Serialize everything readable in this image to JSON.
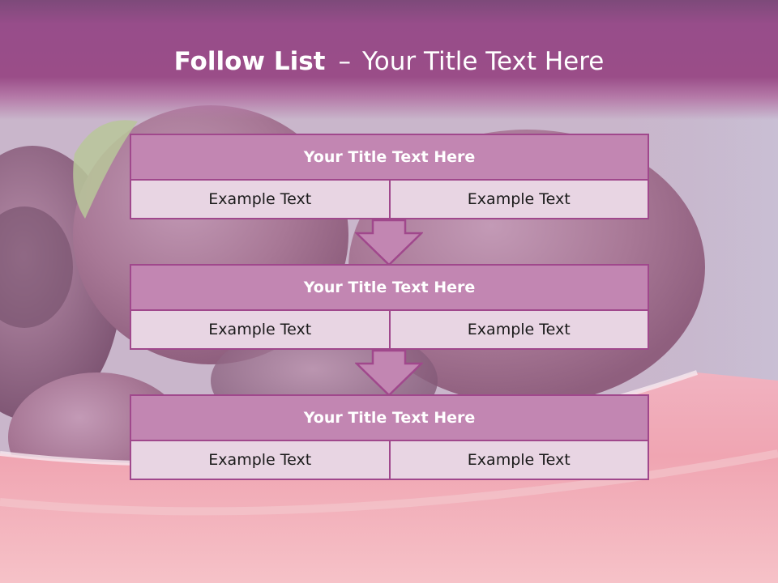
{
  "slide": {
    "title_bold": "Follow List",
    "title_separator": "–",
    "title_rest": "Your Title Text Here"
  },
  "blocks": [
    {
      "title": "Your Title Text Here",
      "cells": [
        "Example Text",
        "Example Text"
      ]
    },
    {
      "title": "Your Title Text Here",
      "cells": [
        "Example Text",
        "Example Text"
      ]
    },
    {
      "title": "Your Title Text Here",
      "cells": [
        "Example Text",
        "Example Text"
      ]
    }
  ],
  "colors": {
    "header": "#974d8a",
    "block_title_fill": "#c286b2",
    "cell_fill": "#e8d5e3",
    "border": "#a0488c",
    "arrow_fill": "#c286b2"
  },
  "icons": [
    "down-arrow-icon",
    "down-arrow-icon"
  ]
}
